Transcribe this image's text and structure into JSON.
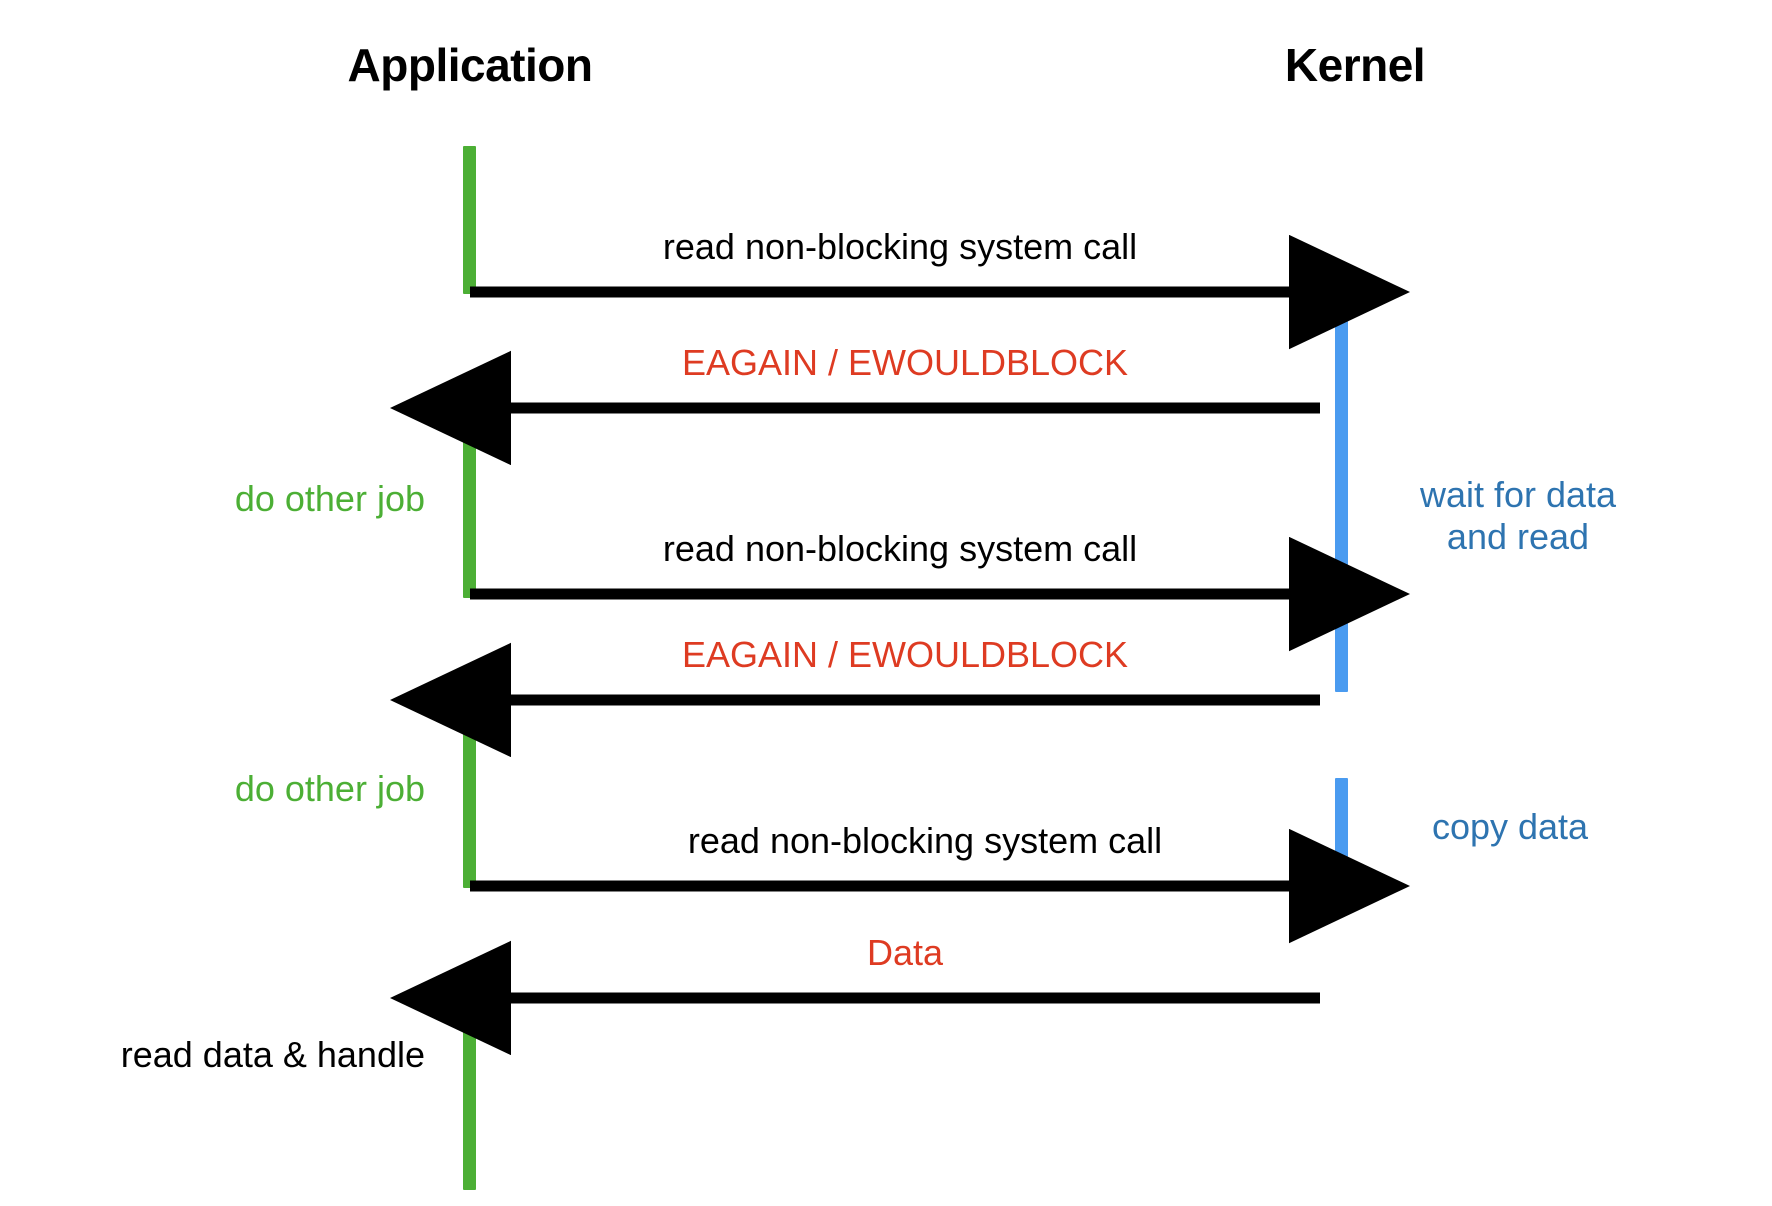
{
  "diagram": {
    "type": "sequence-diagram",
    "title_left": "Application",
    "title_right": "Kernel",
    "colors": {
      "application_lifeline": "#4CAF35",
      "kernel_lifeline": "#4A9BF0",
      "arrow": "#000000",
      "error_text": "#DE3B22",
      "kernel_text": "#2E74B0",
      "application_text": "#4CAF35",
      "background": "#FFFFFF"
    },
    "messages": [
      {
        "id": "m1",
        "label": "read non-blocking system call",
        "direction": "right",
        "color": "black"
      },
      {
        "id": "m2",
        "label": "EAGAIN / EWOULDBLOCK",
        "direction": "left",
        "color": "red"
      },
      {
        "id": "m3",
        "label": "read non-blocking system call",
        "direction": "right",
        "color": "black"
      },
      {
        "id": "m4",
        "label": "EAGAIN / EWOULDBLOCK",
        "direction": "left",
        "color": "red"
      },
      {
        "id": "m5",
        "label": "read non-blocking system call",
        "direction": "right",
        "color": "black"
      },
      {
        "id": "m6",
        "label": "Data",
        "direction": "left",
        "color": "red"
      }
    ],
    "annotations": {
      "app_do_other_job_1": "do other job",
      "app_do_other_job_2": "do other job",
      "app_read_data_handle": "read data & handle",
      "kernel_wait_line1": "wait for data",
      "kernel_wait_line2": "and read",
      "kernel_copy_data": "copy data"
    }
  }
}
